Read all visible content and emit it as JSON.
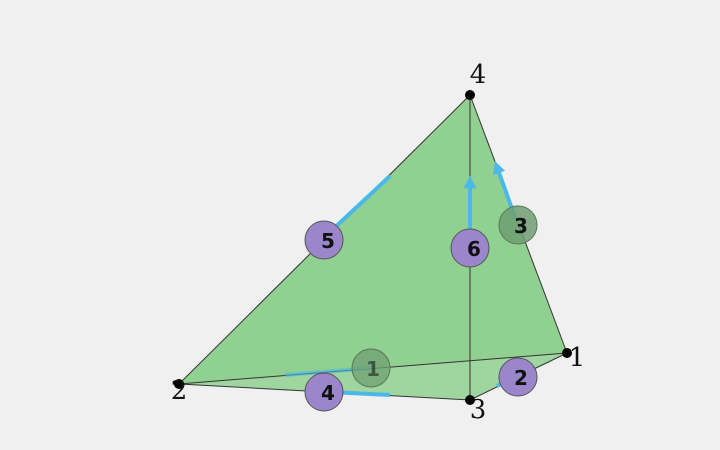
{
  "diagram": {
    "vertices": [
      {
        "id": "1",
        "label": "1"
      },
      {
        "id": "2",
        "label": "2"
      },
      {
        "id": "3",
        "label": "3"
      },
      {
        "id": "4",
        "label": "4"
      }
    ],
    "edges": [
      {
        "id": "1",
        "label": "1",
        "from": "1",
        "to": "2",
        "hidden": true
      },
      {
        "id": "2",
        "label": "2",
        "from": "3",
        "to": "1",
        "hidden": false
      },
      {
        "id": "3",
        "label": "3",
        "from": "1",
        "to": "4",
        "hidden": true
      },
      {
        "id": "4",
        "label": "4",
        "from": "2",
        "to": "3",
        "hidden": false
      },
      {
        "id": "5",
        "label": "5",
        "from": "2",
        "to": "4",
        "hidden": false
      },
      {
        "id": "6",
        "label": "6",
        "from": "3",
        "to": "4",
        "hidden": false
      }
    ],
    "colors": {
      "face": "#90d090",
      "edge_marker_visible": "#9b86cc",
      "edge_marker_hidden": "#6f9f72",
      "arrow": "#4ab8e8",
      "vertex": "#000000",
      "background": "#f0f0f0"
    }
  }
}
